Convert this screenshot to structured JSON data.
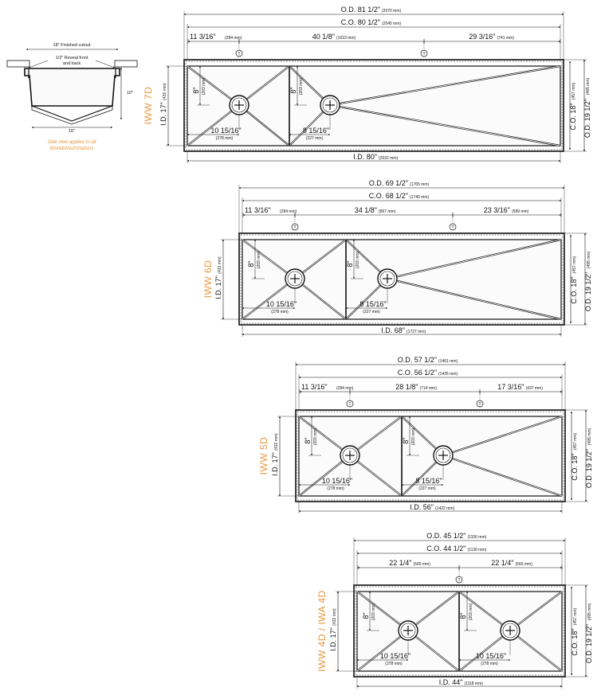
{
  "side_view": {
    "finished_cutout": "18\" Finished cutout",
    "reveal_line1": "1/2\" Reveal front",
    "reveal_line2": "and back",
    "depth": "10\"",
    "bottom": "16\"",
    "note_line1": "Side view applies to all",
    "note_line2": "Work&WashStations"
  },
  "drain_marker": "T",
  "sinks": [
    {
      "model": "IWW 7D",
      "od": "O.D. 81 1/2\"",
      "od_mm": "(2070 mm)",
      "co": "C.O. 80 1/2\"",
      "co_mm": "(2045 mm)",
      "seg_left": "11 3/16\"",
      "seg_left_mm": "(284 mm)",
      "seg_mid": "40 1/8\"",
      "seg_mid_mm": "(1019 mm)",
      "seg_right": "29 3/16\"",
      "seg_right_mm": "(741 mm)",
      "id_width": "I.D. 80\"",
      "id_width_mm": "(2032 mm)",
      "id_depth": "I.D. 17\"",
      "id_depth_mm": "(432 mm)",
      "co_depth": "C.O. 18\"",
      "co_depth_mm": "(457 mm)",
      "od_depth": "O.D. 19 1/2\"",
      "od_depth_mm": "(495 mm)",
      "drain_h": "8\"",
      "drain_h_mm": "(203 mm)",
      "d1_label": "10 15/16\"",
      "d1_mm": "(278 mm)",
      "d2_label": "8 15/16\"",
      "d2_mm": "(227 mm)"
    },
    {
      "model": "IWW 6D",
      "od": "O.D. 69 1/2\"",
      "od_mm": "(1765 mm)",
      "co": "C.O. 68 1/2\"",
      "co_mm": "(1740 mm)",
      "seg_left": "11 3/16\"",
      "seg_left_mm": "(284 mm)",
      "seg_mid": "34 1/8\"",
      "seg_mid_mm": "(867 mm)",
      "seg_right": "23 3/16\"",
      "seg_right_mm": "(589 mm)",
      "id_width": "I.D. 68\"",
      "id_width_mm": "(1727 mm)",
      "id_depth": "I.D. 17\"",
      "id_depth_mm": "(432 mm)",
      "co_depth": "C.O. 18\"",
      "co_depth_mm": "(457 mm)",
      "od_depth": "O.D. 19 1/2\"",
      "od_depth_mm": "(495 mm)",
      "drain_h": "8\"",
      "drain_h_mm": "(203 mm)",
      "d1_label": "10 15/16\"",
      "d1_mm": "(278 mm)",
      "d2_label": "8 15/16\"",
      "d2_mm": "(227 mm)"
    },
    {
      "model": "IWW 5D",
      "od": "O.D. 57 1/2\"",
      "od_mm": "(1461 mm)",
      "co": "C.O. 56 1/2\"",
      "co_mm": "(1435 mm)",
      "seg_left": "11 3/16\"",
      "seg_left_mm": "(284 mm)",
      "seg_mid": "28 1/8\"",
      "seg_mid_mm": "(714 mm)",
      "seg_right": "17 3/16\"",
      "seg_right_mm": "(437 mm)",
      "id_width": "I.D. 56\"",
      "id_width_mm": "(1422 mm)",
      "id_depth": "I.D. 17\"",
      "id_depth_mm": "(432 mm)",
      "co_depth": "C.O. 18\"",
      "co_depth_mm": "(457 mm)",
      "od_depth": "O.D. 19 1/2\"",
      "od_depth_mm": "(495 mm)",
      "drain_h": "8\"",
      "drain_h_mm": "(203 mm)",
      "d1_label": "10 15/16\"",
      "d1_mm": "(278 mm)",
      "d2_label": "8 15/16\"",
      "d2_mm": "(227 mm)"
    },
    {
      "model": "IWW 4D / IWA 4D",
      "od": "O.D. 45 1/2\"",
      "od_mm": "(1156 mm)",
      "co": "C.O. 44 1/2\"",
      "co_mm": "(1130 mm)",
      "seg_left": "22 1/4\"",
      "seg_left_mm": "(565 mm)",
      "seg_right": "22 1/4\"",
      "seg_right_mm": "(565 mm)",
      "id_width": "I.D. 44\"",
      "id_width_mm": "(1118 mm)",
      "id_depth": "I.D. 17\"",
      "id_depth_mm": "(432 mm)",
      "co_depth": "C.O. 18\"",
      "co_depth_mm": "(457 mm)",
      "od_depth": "O.D. 19 1/2\"",
      "od_depth_mm": "(495 mm)",
      "drain_h": "8\"",
      "drain_h_mm": "(203 mm)",
      "d1_label": "10 15/16\"",
      "d1_mm": "(278 mm)",
      "d2_label": "10 15/16\"",
      "d2_mm": "(278 mm)"
    }
  ]
}
